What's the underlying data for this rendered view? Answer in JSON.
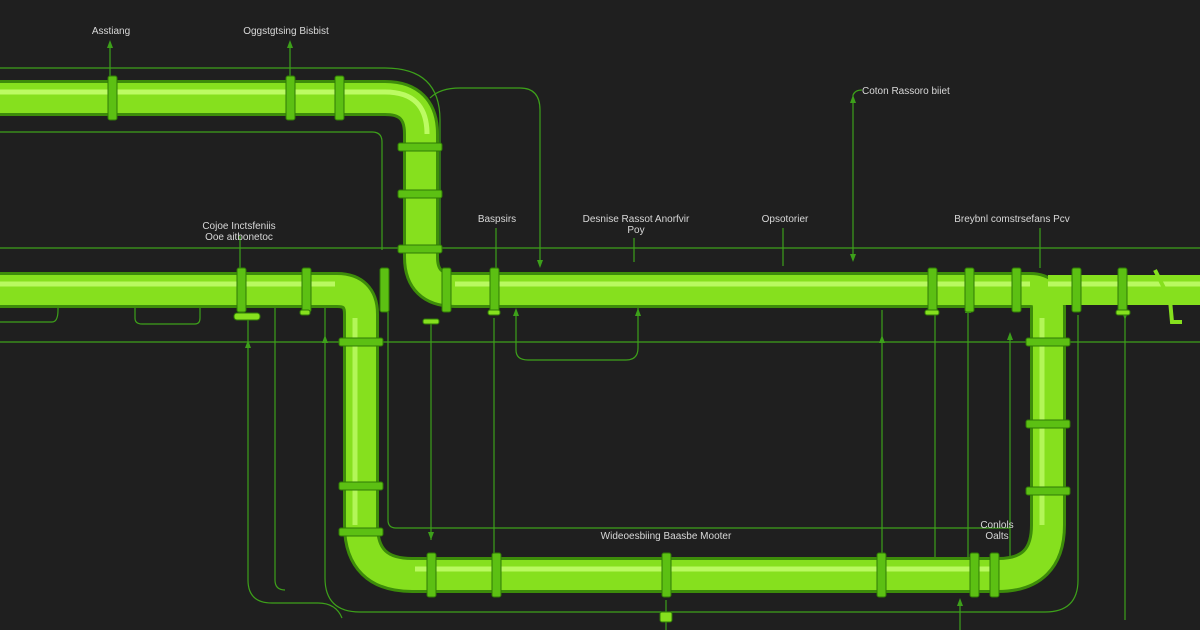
{
  "colors": {
    "background": "#1f1f1f",
    "pipe": "#86e01e",
    "pipe_dark": "#4aa00c",
    "pipe_highlight": "#c6ff70",
    "line": "#3da01a",
    "text": "#d8d8d8"
  },
  "labels": {
    "top_left": "Asstiang",
    "top_mid": "Oggstgtsing Bisbist",
    "top_right": "Coton Rassoro biiet",
    "left_mid": [
      "Cojoe Inctsfeniis",
      "Ooe aitbonetoc"
    ],
    "mid1": "Baspsirs",
    "mid2": [
      "Desnise Rassot Anorfvir",
      "Poy"
    ],
    "mid3": "Opsotorier",
    "right_mid": "Breybnl comstrsefans Pcv",
    "bottom_mid": "Wideoesbiing Baasbe Mooter",
    "bottom_right": [
      "Conlols",
      "Oalts"
    ]
  }
}
